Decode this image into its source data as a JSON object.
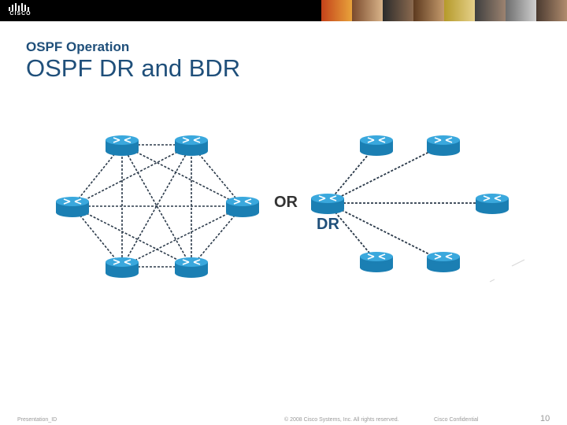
{
  "header": {
    "logo_text": "CISCO",
    "photos": [
      "photo-1",
      "photo-2",
      "photo-3",
      "photo-4",
      "photo-5",
      "photo-6",
      "photo-7",
      "photo-8"
    ]
  },
  "slide": {
    "section": "OSPF Operation",
    "title": "OSPF DR and BDR"
  },
  "diagram": {
    "or_label": "OR",
    "dr_label": "DR",
    "router_color": "#2f9bd1",
    "link_color": "#2b3a4a"
  },
  "footer": {
    "presentation_id": "Presentation_ID",
    "copyright": "© 2008 Cisco Systems, Inc. All rights reserved.",
    "confidential": "Cisco Confidential",
    "page_number": "10"
  }
}
